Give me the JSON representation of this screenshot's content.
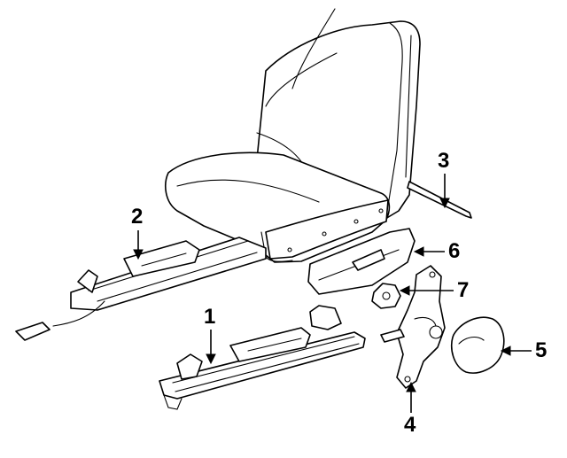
{
  "colors": {
    "ink": "#000000",
    "paper": "#ffffff"
  },
  "callouts": [
    {
      "id": "1",
      "label": "1"
    },
    {
      "id": "2",
      "label": "2"
    },
    {
      "id": "3",
      "label": "3"
    },
    {
      "id": "4",
      "label": "4"
    },
    {
      "id": "5",
      "label": "5"
    },
    {
      "id": "6",
      "label": "6"
    },
    {
      "id": "7",
      "label": "7"
    }
  ]
}
